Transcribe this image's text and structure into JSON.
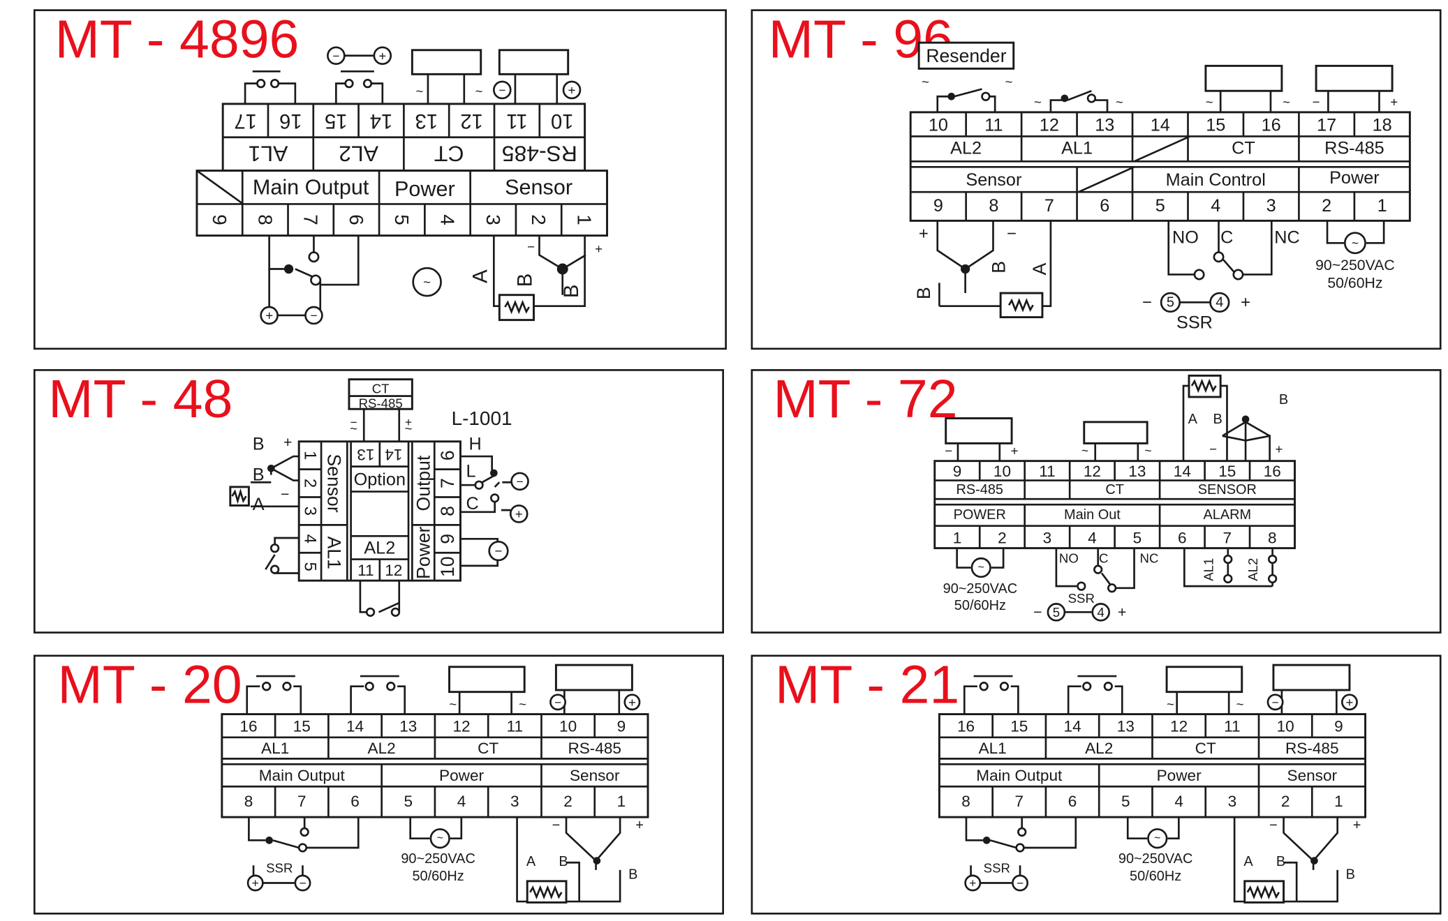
{
  "panels": {
    "mt4896": {
      "title": "MT - 4896",
      "top_pins": [
        "17",
        "16",
        "15",
        "14",
        "13",
        "12",
        "11",
        "10"
      ],
      "top_labels": [
        "AL1",
        "AL2",
        "CT",
        "RS-485"
      ],
      "mid_labels": [
        "Main Output",
        "Power",
        "Sensor"
      ],
      "bottom_pins": [
        "9",
        "8",
        "7",
        "6",
        "5",
        "4",
        "3",
        "2",
        "1"
      ],
      "sensor_pins": [
        "A",
        "B",
        "B"
      ]
    },
    "mt96": {
      "title": "MT - 96",
      "resender": "Resender",
      "top_pins": [
        "10",
        "11",
        "12",
        "13",
        "14",
        "15",
        "16",
        "17",
        "18"
      ],
      "top_labels": [
        "AL2",
        "AL1",
        "CT",
        "RS-485"
      ],
      "mid_labels": [
        "Sensor",
        "Main Control",
        "Power"
      ],
      "bottom_pins": [
        "9",
        "8",
        "7",
        "6",
        "5",
        "4",
        "3",
        "2",
        "1"
      ],
      "contacts": [
        "NO",
        "C",
        "NC"
      ],
      "ssr": "SSR",
      "ssr_pins": [
        "5",
        "4"
      ],
      "voltage": "90~250VAC",
      "frequency": "50/60Hz",
      "sensor_pins": [
        "B",
        "B",
        "A"
      ]
    },
    "mt48": {
      "title": "MT - 48",
      "code": "L-1001",
      "ct": "CT",
      "rs485": "RS-485",
      "left_pins": [
        "1",
        "2",
        "3",
        "4",
        "5"
      ],
      "right_pins": [
        "6",
        "7",
        "8",
        "9",
        "10"
      ],
      "option_pins": [
        "13",
        "14"
      ],
      "al2_pins": [
        "11",
        "12"
      ],
      "labels": [
        "Sensor",
        "Option",
        "AL2",
        "Output",
        "Power",
        "AL1"
      ],
      "output_pins": [
        "H",
        "L",
        "C"
      ],
      "sensor_pins": [
        "B",
        "B",
        "A"
      ]
    },
    "mt72": {
      "title": "MT - 72",
      "top_pins": [
        "9",
        "10",
        "11",
        "12",
        "13",
        "14",
        "15",
        "16"
      ],
      "top_labels": [
        "RS-485",
        "CT",
        "SENSOR"
      ],
      "mid_labels": [
        "POWER",
        "Main Out",
        "ALARM"
      ],
      "bottom_pins": [
        "1",
        "2",
        "3",
        "4",
        "5",
        "6",
        "7",
        "8"
      ],
      "contacts": [
        "NO",
        "C",
        "NC"
      ],
      "ssr": "SSR",
      "ssr_pins": [
        "5",
        "4"
      ],
      "voltage": "90~250VAC",
      "frequency": "50/60Hz",
      "alarms": [
        "AL1",
        "AL2"
      ],
      "sensor_pins": [
        "A",
        "B",
        "B"
      ]
    },
    "mt20": {
      "title": "MT - 20",
      "top_pins": [
        "16",
        "15",
        "14",
        "13",
        "12",
        "11",
        "10",
        "9"
      ],
      "top_labels": [
        "AL1",
        "AL2",
        "CT",
        "RS-485"
      ],
      "mid_labels": [
        "Main Output",
        "Power",
        "Sensor"
      ],
      "bottom_pins": [
        "8",
        "7",
        "6",
        "5",
        "4",
        "3",
        "2",
        "1"
      ],
      "ssr": "SSR",
      "voltage": "90~250VAC",
      "frequency": "50/60Hz",
      "sensor_pins": [
        "A",
        "B",
        "B"
      ]
    },
    "mt21": {
      "title": "MT - 21",
      "top_pins": [
        "16",
        "15",
        "14",
        "13",
        "12",
        "11",
        "10",
        "9"
      ],
      "top_labels": [
        "AL1",
        "AL2",
        "CT",
        "RS-485"
      ],
      "mid_labels": [
        "Main Output",
        "Power",
        "Sensor"
      ],
      "bottom_pins": [
        "8",
        "7",
        "6",
        "5",
        "4",
        "3",
        "2",
        "1"
      ],
      "ssr": "SSR",
      "voltage": "90~250VAC",
      "frequency": "50/60Hz",
      "sensor_pins": [
        "A",
        "B",
        "B"
      ]
    }
  }
}
